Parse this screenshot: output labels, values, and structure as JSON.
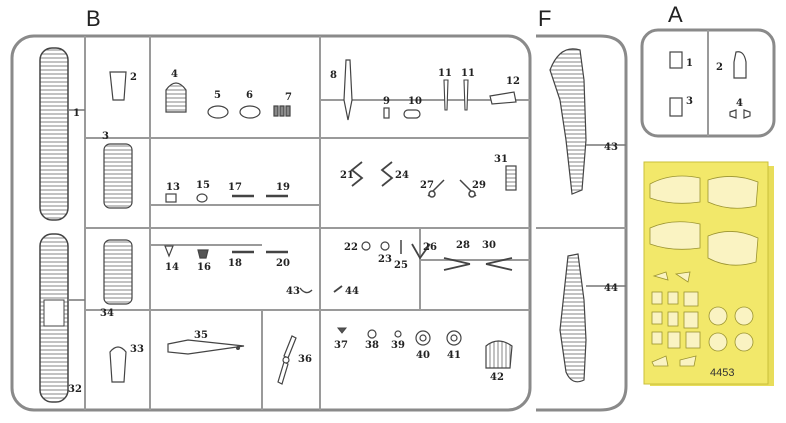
{
  "sprues": {
    "B": "B",
    "F": "F",
    "A": "A"
  },
  "parts": {
    "p1": "1",
    "p2": "2",
    "p3": "3",
    "p4": "4",
    "p5": "5",
    "p6": "6",
    "p7": "7",
    "p8": "8",
    "p9": "9",
    "p10": "10",
    "p11a": "11",
    "p11b": "11",
    "p12": "12",
    "p13": "13",
    "p14": "14",
    "p15": "15",
    "p16": "16",
    "p17": "17",
    "p18": "18",
    "p19": "19",
    "p20": "20",
    "p21": "21",
    "p22": "22",
    "p23": "23",
    "p24": "24",
    "p25": "25",
    "p26": "26",
    "p27": "27",
    "p28": "28",
    "p29": "29",
    "p30": "30",
    "p31": "31",
    "p32": "32",
    "p33": "33",
    "p34": "34",
    "p35": "35",
    "p36": "36",
    "p37": "37",
    "p38": "38",
    "p39": "39",
    "p40": "40",
    "p41": "41",
    "p42": "42",
    "p43": "43",
    "p44": "44",
    "p43b": "43",
    "p44b": "44",
    "a1": "1",
    "a2": "2",
    "a3": "3",
    "a4": "4"
  },
  "mask_sheet": {
    "code": "4453",
    "color": "#f2e86a"
  },
  "colors": {
    "frame": "#8a8a8a",
    "line": "#555555",
    "part_fill": "#ffffff"
  }
}
